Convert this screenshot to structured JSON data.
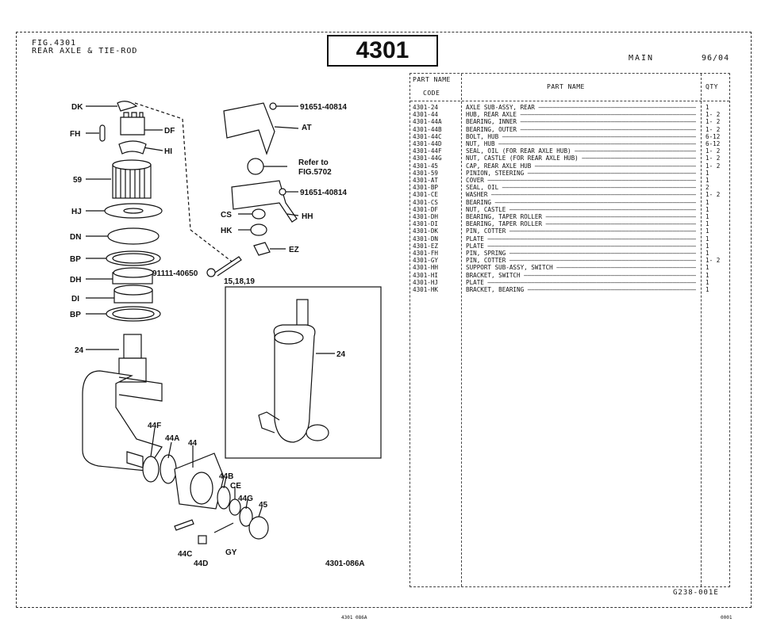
{
  "header": {
    "fig_line1": "FIG.4301",
    "fig_line2": "REAR AXLE & TIE-ROD",
    "fig_number": "4301",
    "main": "MAIN",
    "version": "96/04"
  },
  "table": {
    "col_code_1": "PART NAME",
    "col_code_2": "CODE",
    "col_name": "PART  NAME",
    "col_qty": "QTY",
    "rows": [
      {
        "code": "4301-24",
        "name": "AXLE SUB-ASSY, REAR",
        "qty": "1"
      },
      {
        "code": "4301-44",
        "name": "HUB, REAR AXLE",
        "qty": "1- 2"
      },
      {
        "code": "4301-44A",
        "name": "BEARING, INNER",
        "qty": "1- 2"
      },
      {
        "code": "4301-44B",
        "name": "BEARING, OUTER",
        "qty": "1- 2"
      },
      {
        "code": "4301-44C",
        "name": "BOLT, HUB",
        "qty": "6-12"
      },
      {
        "code": "4301-44D",
        "name": "NUT, HUB",
        "qty": "6-12"
      },
      {
        "code": "4301-44F",
        "name": "SEAL, OIL (FOR REAR AXLE HUB)",
        "qty": "1- 2"
      },
      {
        "code": "4301-44G",
        "name": "NUT, CASTLE (FOR REAR AXLE HUB)",
        "qty": "1- 2"
      },
      {
        "code": "4301-45",
        "name": "CAP, REAR AXLE HUB",
        "qty": "1- 2"
      },
      {
        "code": "4301-59",
        "name": "PINION, STEERING",
        "qty": "1"
      },
      {
        "code": "4301-AT",
        "name": "COVER",
        "qty": "1"
      },
      {
        "code": "4301-BP",
        "name": "SEAL, OIL",
        "qty": "2"
      },
      {
        "code": "4301-CE",
        "name": "WASHER",
        "qty": "1- 2"
      },
      {
        "code": "4301-CS",
        "name": "BEARING",
        "qty": "1"
      },
      {
        "code": "4301-DF",
        "name": "NUT, CASTLE",
        "qty": "1"
      },
      {
        "code": "4301-DH",
        "name": "BEARING, TAPER ROLLER",
        "qty": "1"
      },
      {
        "code": "4301-DI",
        "name": "BEARING, TAPER ROLLER",
        "qty": "1"
      },
      {
        "code": "4301-DK",
        "name": "PIN, COTTER",
        "qty": "1"
      },
      {
        "code": "4301-DN",
        "name": "PLATE",
        "qty": "1"
      },
      {
        "code": "4301-EZ",
        "name": "PLATE",
        "qty": "1"
      },
      {
        "code": "4301-FH",
        "name": "PIN, SPRING",
        "qty": "1"
      },
      {
        "code": "4301-GY",
        "name": "PIN, COTTER",
        "qty": "1- 2"
      },
      {
        "code": "4301-HH",
        "name": "SUPPORT SUB-ASSY, SWITCH",
        "qty": "1"
      },
      {
        "code": "4301-HI",
        "name": "BRACKET, SWITCH",
        "qty": "1"
      },
      {
        "code": "4301-HJ",
        "name": "PLATE",
        "qty": "1"
      },
      {
        "code": "4301-HK",
        "name": "BRACKET, BEARING",
        "qty": "1"
      }
    ]
  },
  "diagram": {
    "labels": {
      "DK": "DK",
      "DF": "DF",
      "FH": "FH",
      "HI": "HI",
      "p59": "59",
      "HJ": "HJ",
      "DN": "DN",
      "BP1": "BP",
      "DH": "DH",
      "DI": "DI",
      "BP2": "BP",
      "p24": "24",
      "p24b": "24",
      "p44F": "44F",
      "p44A": "44A",
      "p44": "44",
      "p44B": "44B",
      "CE": "CE",
      "p44G": "44G",
      "p45": "45",
      "p44C": "44C",
      "p44D": "44D",
      "GY": "GY",
      "AT": "AT",
      "bolt1": "91651-40814",
      "bolt2": "91651-40814",
      "refer1": "Refer to",
      "refer2": "FIG.5702",
      "CS": "CS",
      "HH": "HH",
      "HK": "HK",
      "EZ": "EZ",
      "bolt3": "91111-40650",
      "notes": "15,18,19"
    },
    "drawing_code": "4301-086A"
  },
  "footer": {
    "g_code": "G238-001E",
    "foot_left": "4301  086A",
    "foot_right": "0001"
  }
}
